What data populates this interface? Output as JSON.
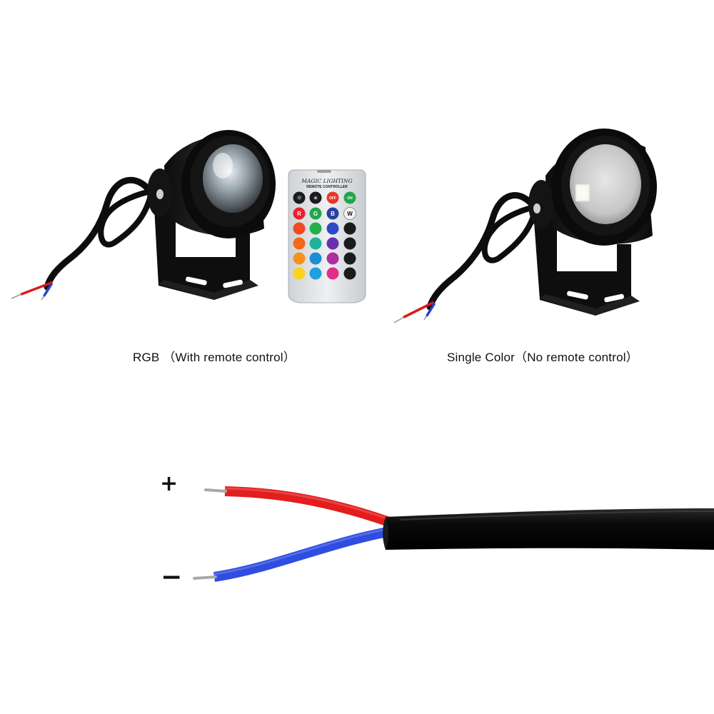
{
  "captions": {
    "rgb": "RGB （With remote control）",
    "single": "Single Color（No remote control）"
  },
  "wiring": {
    "positive": "+",
    "negative": "−"
  },
  "remote": {
    "title": "MAGIC LIGHTING",
    "subtitle": "REMOTE CONTROLLER",
    "buttons": {
      "off": "OFF",
      "on": "ON",
      "r": "R",
      "g": "G",
      "b": "B",
      "w": "W"
    },
    "colors": {
      "red": "#e8202a",
      "green": "#1fa64a",
      "blue": "#2b3fa0",
      "white": "#f2f2f2",
      "off": "#e8362a",
      "on": "#1fa64a"
    }
  }
}
